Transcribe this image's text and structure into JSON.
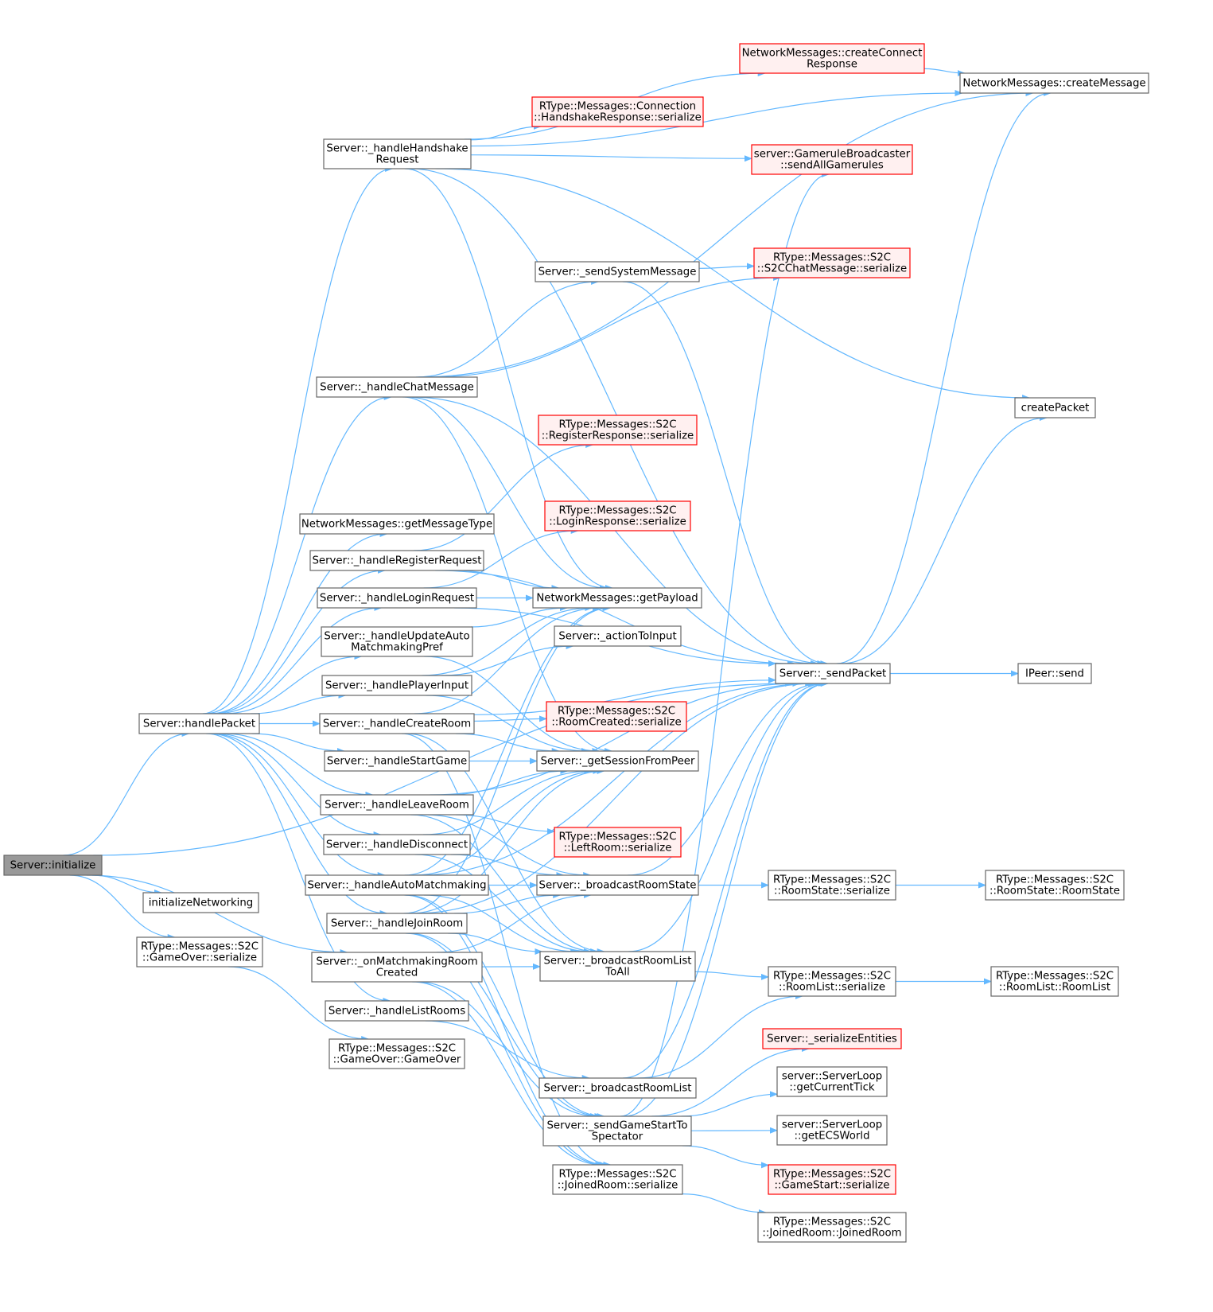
{
  "colors": {
    "edge": "#63b8ff",
    "node_border": "#666666",
    "node_fill": "#ffffff",
    "root_fill": "#999999",
    "root_border": "#666666",
    "warn_border": "#ff0000",
    "warn_fill": "#fff0f0"
  },
  "nodes": [
    {
      "id": "init",
      "kind": "root",
      "lines": [
        "Server::initialize"
      ]
    },
    {
      "id": "handlePacket",
      "kind": "normal",
      "lines": [
        "Server::handlePacket"
      ]
    },
    {
      "id": "initNet",
      "kind": "normal",
      "lines": [
        "initializeNetworking"
      ]
    },
    {
      "id": "gameOverSer",
      "kind": "normal",
      "lines": [
        "RType::Messages::S2C",
        "::GameOver::serialize"
      ]
    },
    {
      "id": "hsReq",
      "kind": "normal",
      "lines": [
        "Server::_handleHandshake",
        "Request"
      ]
    },
    {
      "id": "chatMsg",
      "kind": "normal",
      "lines": [
        "Server::_handleChatMessage"
      ]
    },
    {
      "id": "getMsgType",
      "kind": "normal",
      "lines": [
        "NetworkMessages::getMessageType"
      ]
    },
    {
      "id": "regReq",
      "kind": "normal",
      "lines": [
        "Server::_handleRegisterRequest"
      ]
    },
    {
      "id": "loginReq",
      "kind": "normal",
      "lines": [
        "Server::_handleLoginRequest"
      ]
    },
    {
      "id": "updAuto",
      "kind": "normal",
      "lines": [
        "Server::_handleUpdateAuto",
        "MatchmakingPref"
      ]
    },
    {
      "id": "playerInput",
      "kind": "normal",
      "lines": [
        "Server::_handlePlayerInput"
      ]
    },
    {
      "id": "createRoom",
      "kind": "normal",
      "lines": [
        "Server::_handleCreateRoom"
      ]
    },
    {
      "id": "startGame",
      "kind": "normal",
      "lines": [
        "Server::_handleStartGame"
      ]
    },
    {
      "id": "leaveRoom",
      "kind": "normal",
      "lines": [
        "Server::_handleLeaveRoom"
      ]
    },
    {
      "id": "disconnect",
      "kind": "normal",
      "lines": [
        "Server::_handleDisconnect"
      ]
    },
    {
      "id": "autoMatch",
      "kind": "normal",
      "lines": [
        "Server::_handleAutoMatchmaking"
      ]
    },
    {
      "id": "joinRoom",
      "kind": "normal",
      "lines": [
        "Server::_handleJoinRoom"
      ]
    },
    {
      "id": "onMatchRoom",
      "kind": "normal",
      "lines": [
        "Server::_onMatchmakingRoom",
        "Created"
      ]
    },
    {
      "id": "listRooms",
      "kind": "normal",
      "lines": [
        "Server::_handleListRooms"
      ]
    },
    {
      "id": "gameOverCtor",
      "kind": "normal",
      "lines": [
        "RType::Messages::S2C",
        "::GameOver::GameOver"
      ]
    },
    {
      "id": "hsRespSer",
      "kind": "warn",
      "lines": [
        "RType::Messages::Connection",
        "::HandshakeResponse::serialize"
      ]
    },
    {
      "id": "sendSys",
      "kind": "normal",
      "lines": [
        "Server::_sendSystemMessage"
      ]
    },
    {
      "id": "regRespSer",
      "kind": "warn",
      "lines": [
        "RType::Messages::S2C",
        "::RegisterResponse::serialize"
      ]
    },
    {
      "id": "loginRespSer",
      "kind": "warn",
      "lines": [
        "RType::Messages::S2C",
        "::LoginResponse::serialize"
      ]
    },
    {
      "id": "getPayload",
      "kind": "normal",
      "lines": [
        "NetworkMessages::getPayload"
      ]
    },
    {
      "id": "actionToInput",
      "kind": "normal",
      "lines": [
        "Server::_actionToInput"
      ]
    },
    {
      "id": "roomCreatedSer",
      "kind": "warn",
      "lines": [
        "RType::Messages::S2C",
        "::RoomCreated::serialize"
      ]
    },
    {
      "id": "getSession",
      "kind": "normal",
      "lines": [
        "Server::_getSessionFromPeer"
      ]
    },
    {
      "id": "leftRoomSer",
      "kind": "warn",
      "lines": [
        "RType::Messages::S2C",
        "::LeftRoom::serialize"
      ]
    },
    {
      "id": "bcastRoomState",
      "kind": "normal",
      "lines": [
        "Server::_broadcastRoomState"
      ]
    },
    {
      "id": "bcastRoomListAll",
      "kind": "normal",
      "lines": [
        "Server::_broadcastRoomList",
        "ToAll"
      ]
    },
    {
      "id": "bcastRoomList",
      "kind": "normal",
      "lines": [
        "Server::_broadcastRoomList"
      ]
    },
    {
      "id": "sendGameStart",
      "kind": "normal",
      "lines": [
        "Server::_sendGameStartTo",
        "Spectator"
      ]
    },
    {
      "id": "joinedRoomSer",
      "kind": "normal",
      "lines": [
        "RType::Messages::S2C",
        "::JoinedRoom::serialize"
      ]
    },
    {
      "id": "createConnResp",
      "kind": "warn",
      "lines": [
        "NetworkMessages::createConnect",
        "Response"
      ]
    },
    {
      "id": "sendAllGamerules",
      "kind": "warn",
      "lines": [
        "server::GameruleBroadcaster",
        "::sendAllGamerules"
      ]
    },
    {
      "id": "chatSer",
      "kind": "warn",
      "lines": [
        "RType::Messages::S2C",
        "::S2CChatMessage::serialize"
      ]
    },
    {
      "id": "sendPacket",
      "kind": "normal",
      "lines": [
        "Server::_sendPacket"
      ]
    },
    {
      "id": "roomStateSer",
      "kind": "normal",
      "lines": [
        "RType::Messages::S2C",
        "::RoomState::serialize"
      ]
    },
    {
      "id": "roomListSer",
      "kind": "normal",
      "lines": [
        "RType::Messages::S2C",
        "::RoomList::serialize"
      ]
    },
    {
      "id": "serEntities",
      "kind": "warn",
      "lines": [
        "Server::_serializeEntities"
      ]
    },
    {
      "id": "getTick",
      "kind": "normal",
      "lines": [
        "server::ServerLoop",
        "::getCurrentTick"
      ]
    },
    {
      "id": "getECS",
      "kind": "normal",
      "lines": [
        "server::ServerLoop",
        "::getECSWorld"
      ]
    },
    {
      "id": "gameStartSer",
      "kind": "warn",
      "lines": [
        "RType::Messages::S2C",
        "::GameStart::serialize"
      ]
    },
    {
      "id": "joinedRoomCtor",
      "kind": "normal",
      "lines": [
        "RType::Messages::S2C",
        "::JoinedRoom::JoinedRoom"
      ]
    },
    {
      "id": "createMessage",
      "kind": "normal",
      "lines": [
        "NetworkMessages::createMessage"
      ]
    },
    {
      "id": "createPacket",
      "kind": "normal",
      "lines": [
        "createPacket"
      ]
    },
    {
      "id": "ipeerSend",
      "kind": "normal",
      "lines": [
        "IPeer::send"
      ]
    },
    {
      "id": "roomStateCtor",
      "kind": "normal",
      "lines": [
        "RType::Messages::S2C",
        "::RoomState::RoomState"
      ]
    },
    {
      "id": "roomListCtor",
      "kind": "normal",
      "lines": [
        "RType::Messages::S2C",
        "::RoomList::RoomList"
      ]
    }
  ],
  "edges": [
    [
      "init",
      "handlePacket"
    ],
    [
      "init",
      "initNet"
    ],
    [
      "init",
      "gameOverSer"
    ],
    [
      "init",
      "sendPacket"
    ],
    [
      "init",
      "onMatchRoom"
    ],
    [
      "gameOverSer",
      "gameOverCtor"
    ],
    [
      "handlePacket",
      "hsReq"
    ],
    [
      "handlePacket",
      "chatMsg"
    ],
    [
      "handlePacket",
      "getMsgType"
    ],
    [
      "handlePacket",
      "regReq"
    ],
    [
      "handlePacket",
      "loginReq"
    ],
    [
      "handlePacket",
      "updAuto"
    ],
    [
      "handlePacket",
      "playerInput"
    ],
    [
      "handlePacket",
      "createRoom"
    ],
    [
      "handlePacket",
      "startGame"
    ],
    [
      "handlePacket",
      "leaveRoom"
    ],
    [
      "handlePacket",
      "disconnect"
    ],
    [
      "handlePacket",
      "autoMatch"
    ],
    [
      "handlePacket",
      "joinRoom"
    ],
    [
      "handlePacket",
      "listRooms"
    ],
    [
      "hsReq",
      "createMessage"
    ],
    [
      "hsReq",
      "createConnResp"
    ],
    [
      "hsReq",
      "sendAllGamerules"
    ],
    [
      "hsReq",
      "hsRespSer"
    ],
    [
      "hsReq",
      "createPacket"
    ],
    [
      "hsReq",
      "sendPacket"
    ],
    [
      "hsReq",
      "getPayload"
    ],
    [
      "chatMsg",
      "createMessage"
    ],
    [
      "chatMsg",
      "chatSer"
    ],
    [
      "chatMsg",
      "sendSys"
    ],
    [
      "chatMsg",
      "sendPacket"
    ],
    [
      "chatMsg",
      "getPayload"
    ],
    [
      "chatMsg",
      "getSession"
    ],
    [
      "regReq",
      "regRespSer"
    ],
    [
      "regReq",
      "sendPacket"
    ],
    [
      "regReq",
      "getPayload"
    ],
    [
      "loginReq",
      "loginRespSer"
    ],
    [
      "loginReq",
      "sendPacket"
    ],
    [
      "loginReq",
      "getPayload"
    ],
    [
      "updAuto",
      "getPayload"
    ],
    [
      "updAuto",
      "getSession"
    ],
    [
      "playerInput",
      "getPayload"
    ],
    [
      "playerInput",
      "actionToInput"
    ],
    [
      "playerInput",
      "getSession"
    ],
    [
      "createRoom",
      "getPayload"
    ],
    [
      "createRoom",
      "sendPacket"
    ],
    [
      "createRoom",
      "roomCreatedSer"
    ],
    [
      "createRoom",
      "getSession"
    ],
    [
      "createRoom",
      "bcastRoomListAll"
    ],
    [
      "createRoom",
      "joinedRoomSer"
    ],
    [
      "startGame",
      "getSession"
    ],
    [
      "leaveRoom",
      "getSession"
    ],
    [
      "leaveRoom",
      "sendPacket"
    ],
    [
      "leaveRoom",
      "leftRoomSer"
    ],
    [
      "leaveRoom",
      "bcastRoomState"
    ],
    [
      "leaveRoom",
      "bcastRoomListAll"
    ],
    [
      "disconnect",
      "bcastRoomState"
    ],
    [
      "disconnect",
      "bcastRoomListAll"
    ],
    [
      "disconnect",
      "getSession"
    ],
    [
      "autoMatch",
      "getPayload"
    ],
    [
      "autoMatch",
      "getSession"
    ],
    [
      "autoMatch",
      "bcastRoomState"
    ],
    [
      "autoMatch",
      "bcastRoomListAll"
    ],
    [
      "autoMatch",
      "sendPacket"
    ],
    [
      "autoMatch",
      "joinedRoomSer"
    ],
    [
      "autoMatch",
      "sendGameStart"
    ],
    [
      "joinRoom",
      "getPayload"
    ],
    [
      "joinRoom",
      "getSession"
    ],
    [
      "joinRoom",
      "bcastRoomState"
    ],
    [
      "joinRoom",
      "bcastRoomListAll"
    ],
    [
      "joinRoom",
      "sendPacket"
    ],
    [
      "joinRoom",
      "joinedRoomSer"
    ],
    [
      "joinRoom",
      "sendGameStart"
    ],
    [
      "onMatchRoom",
      "bcastRoomState"
    ],
    [
      "onMatchRoom",
      "bcastRoomListAll"
    ],
    [
      "onMatchRoom",
      "joinedRoomSer"
    ],
    [
      "onMatchRoom",
      "sendGameStart"
    ],
    [
      "listRooms",
      "bcastRoomList"
    ],
    [
      "sendSys",
      "chatSer"
    ],
    [
      "sendSys",
      "sendPacket"
    ],
    [
      "createConnResp",
      "createMessage"
    ],
    [
      "bcastRoomState",
      "roomStateSer"
    ],
    [
      "bcastRoomState",
      "sendPacket"
    ],
    [
      "bcastRoomListAll",
      "roomListSer"
    ],
    [
      "bcastRoomListAll",
      "sendPacket"
    ],
    [
      "bcastRoomList",
      "roomListSer"
    ],
    [
      "bcastRoomList",
      "sendPacket"
    ],
    [
      "sendGameStart",
      "sendPacket"
    ],
    [
      "sendGameStart",
      "sendAllGamerules"
    ],
    [
      "sendGameStart",
      "serEntities"
    ],
    [
      "sendGameStart",
      "getTick"
    ],
    [
      "sendGameStart",
      "getECS"
    ],
    [
      "sendGameStart",
      "gameStartSer"
    ],
    [
      "joinedRoomSer",
      "joinedRoomCtor"
    ],
    [
      "sendPacket",
      "createMessage"
    ],
    [
      "sendPacket",
      "createPacket"
    ],
    [
      "sendPacket",
      "ipeerSend"
    ],
    [
      "roomStateSer",
      "roomStateCtor"
    ],
    [
      "roomListSer",
      "roomListCtor"
    ]
  ]
}
